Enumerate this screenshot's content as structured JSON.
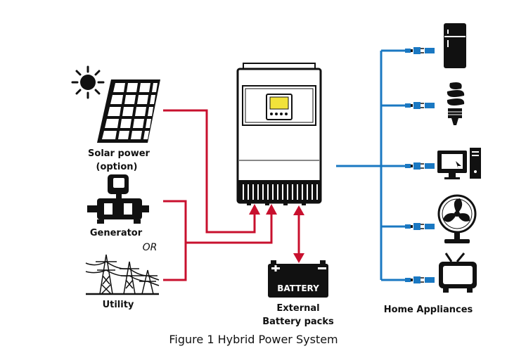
{
  "labels": {
    "solar_line1": "Solar power",
    "solar_line2": "(option)",
    "generator": "Generator",
    "or": "OR",
    "utility": "Utility",
    "battery_line1": "External",
    "battery_line2": "Battery packs",
    "battery_box": "BATTERY",
    "appliances": "Home Appliances"
  },
  "caption": "Figure 1 Hybrid Power System",
  "colors": {
    "input_wire": "#c8102e",
    "output_wire": "#1a78c2",
    "ink": "#111111"
  }
}
